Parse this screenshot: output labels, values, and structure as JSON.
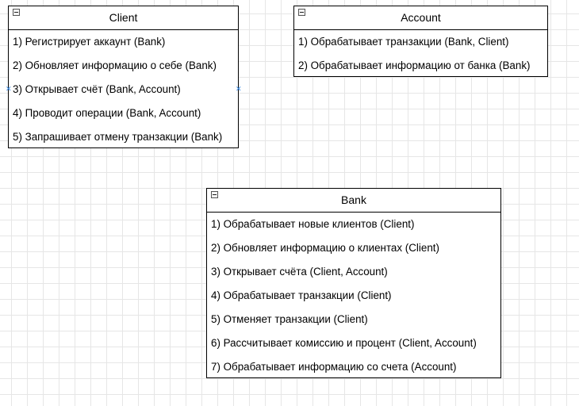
{
  "cards": {
    "client": {
      "title": "Client",
      "items": [
        "1) Регистрирует аккаунт (Bank)",
        "2) Обновляет информацию о себе (Bank)",
        "3) Открывает счёт (Bank, Account)",
        "4) Проводит операции (Bank, Account)",
        "5) Запрашивает отмену транзакции (Bank)"
      ]
    },
    "account": {
      "title": "Account",
      "items": [
        "1) Обрабатывает транзакции (Bank, Client)",
        "2) Обрабатывает информацию от банка (Bank)"
      ]
    },
    "bank": {
      "title": "Bank",
      "items": [
        "1) Обрабатывает новые клиентов (Client)",
        "2) Обновляет информацию о клиентах (Client)",
        "3) Открывает счёта (Client, Account)",
        "4) Обрабатывает транзакции (Client)",
        "5) Отменяет транзакции (Client)",
        "6) Рассчитывает комиссию и процент (Client, Account)",
        "7) Обрабатывает информацию со счета (Account)"
      ]
    }
  },
  "colors": {
    "grid": "#e6e6e6",
    "border": "#000000",
    "selection_handle": "#2f86e6"
  }
}
